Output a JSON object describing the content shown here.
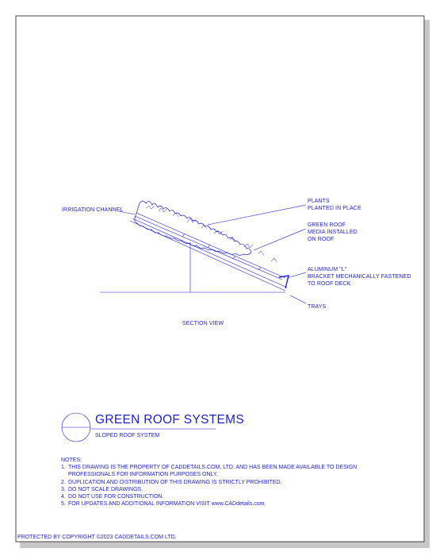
{
  "callouts": {
    "irrigation_channel": "IRRIGATION CHANNEL",
    "plants": "PLANTS\nPLANTED IN PLACE",
    "green_roof_media": "GREEN ROOF\nMEDIA INSTALLED\nON ROOF",
    "aluminum_bracket": "ALUMINUM \"L\"\nBRACKET MECHANICALLY FASTENED\nTO ROOF DECK",
    "trays": "TRAYS"
  },
  "view_label": "SECTION VIEW",
  "title_block": {
    "title": "GREEN ROOF SYSTEMS",
    "subtitle": "SLOPED ROOF SYSTEM"
  },
  "notes": {
    "heading": "NOTES:",
    "items": [
      {
        "num": "1.",
        "text": "THIS DRAWING IS THE PROPERTY OF CADDETAILS.COM, LTD. AND HAS BEEN MADE AVAILABLE TO DESIGN"
      },
      {
        "num": "",
        "text": "PROFESSIONALS FOR INFORMATION PURPOSES ONLY."
      },
      {
        "num": "2.",
        "text": "DUPLICATION AND DISTRIBUTION OF THIS DRAWING IS STRICTLY PROHIBITED."
      },
      {
        "num": "3.",
        "text": "DO NOT SCALE DRAWINGS."
      },
      {
        "num": "4.",
        "text": "DO NOT USE FOR CONSTRUCTION."
      },
      {
        "num": "5.",
        "text": "FOR UPDATES AND ADDITIONAL INFORMATION VISIT www.CADdetails.com."
      }
    ]
  },
  "footer": "PROTECTED BY COPYRIGHT ©2023 CADDETAILS.COM LTD.",
  "colors": {
    "line": "#1f1fc8",
    "border": "#444444",
    "shadow": "#c8c8c8"
  }
}
